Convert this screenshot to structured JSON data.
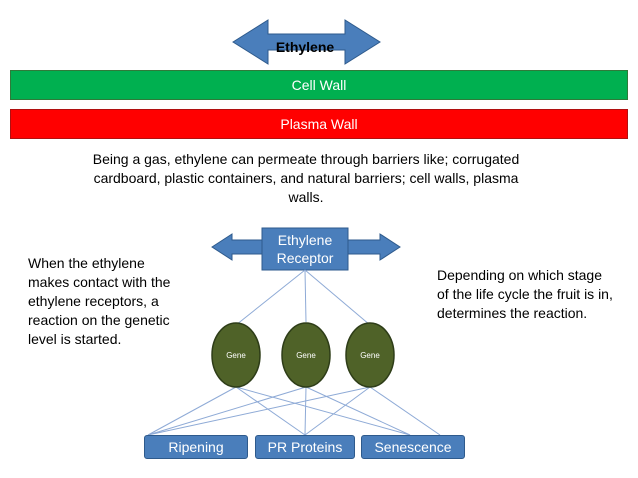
{
  "top_arrow": {
    "label": "Ethylene"
  },
  "layers": [
    {
      "label": "Cell Wall",
      "color": "#00b050"
    },
    {
      "label": "Plasma Wall",
      "color": "#ff0000"
    }
  ],
  "description": "Being a gas, ethylene can permeate through barriers like; corrugated cardboard, plastic containers, and natural barriers; cell walls, plasma walls.",
  "receptor": {
    "label": "Ethylene Receptor",
    "color": "#4a7ebb"
  },
  "left_note": "When the ethylene makes contact with the ethylene receptors, a reaction on the genetic level is started.",
  "right_note": "Depending on which stage of the life cycle the fruit is in, determines the reaction.",
  "genes": [
    {
      "label": "Gene"
    },
    {
      "label": "Gene"
    },
    {
      "label": "Gene"
    }
  ],
  "gene_color": "#4f6228",
  "outcomes": [
    {
      "label": "Ripening"
    },
    {
      "label": "PR Proteins"
    },
    {
      "label": "Senescence"
    }
  ]
}
